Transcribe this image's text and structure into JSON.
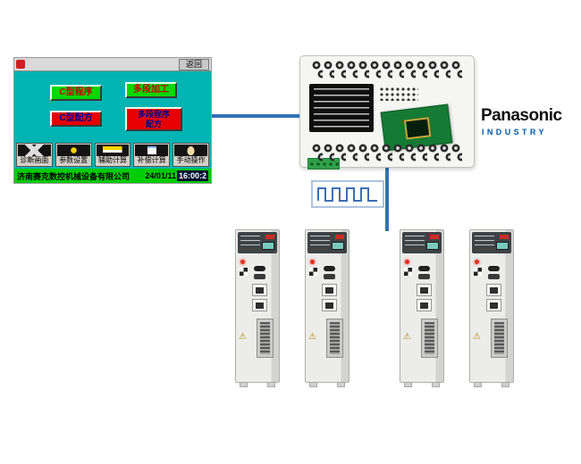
{
  "hmi": {
    "back_button": "返回",
    "program_buttons": [
      {
        "label": "C型程序",
        "style": "green"
      },
      {
        "label": "多段加工",
        "style": "green"
      },
      {
        "label": "C型配方",
        "style": "red"
      },
      {
        "label": "多段程序配方",
        "style": "red"
      }
    ],
    "menu_buttons": [
      "诊断画面",
      "参数设置",
      "辅助计算",
      "补偿计算",
      "手动操作"
    ],
    "footer": {
      "company": "济南赛克数控机械设备有限公司",
      "date": "24/01/11",
      "time": "16:00:2"
    }
  },
  "brand": {
    "name": "Panasonic",
    "division": "INDUSTRY"
  },
  "colors": {
    "hmi_background": "#00b4b4",
    "button_green": "#00d800",
    "button_red": "#e60000",
    "footer_green": "#00cc00",
    "connection_blue": "#3172b9",
    "industry_blue": "#0059a7",
    "pcb_green": "#157a33"
  }
}
